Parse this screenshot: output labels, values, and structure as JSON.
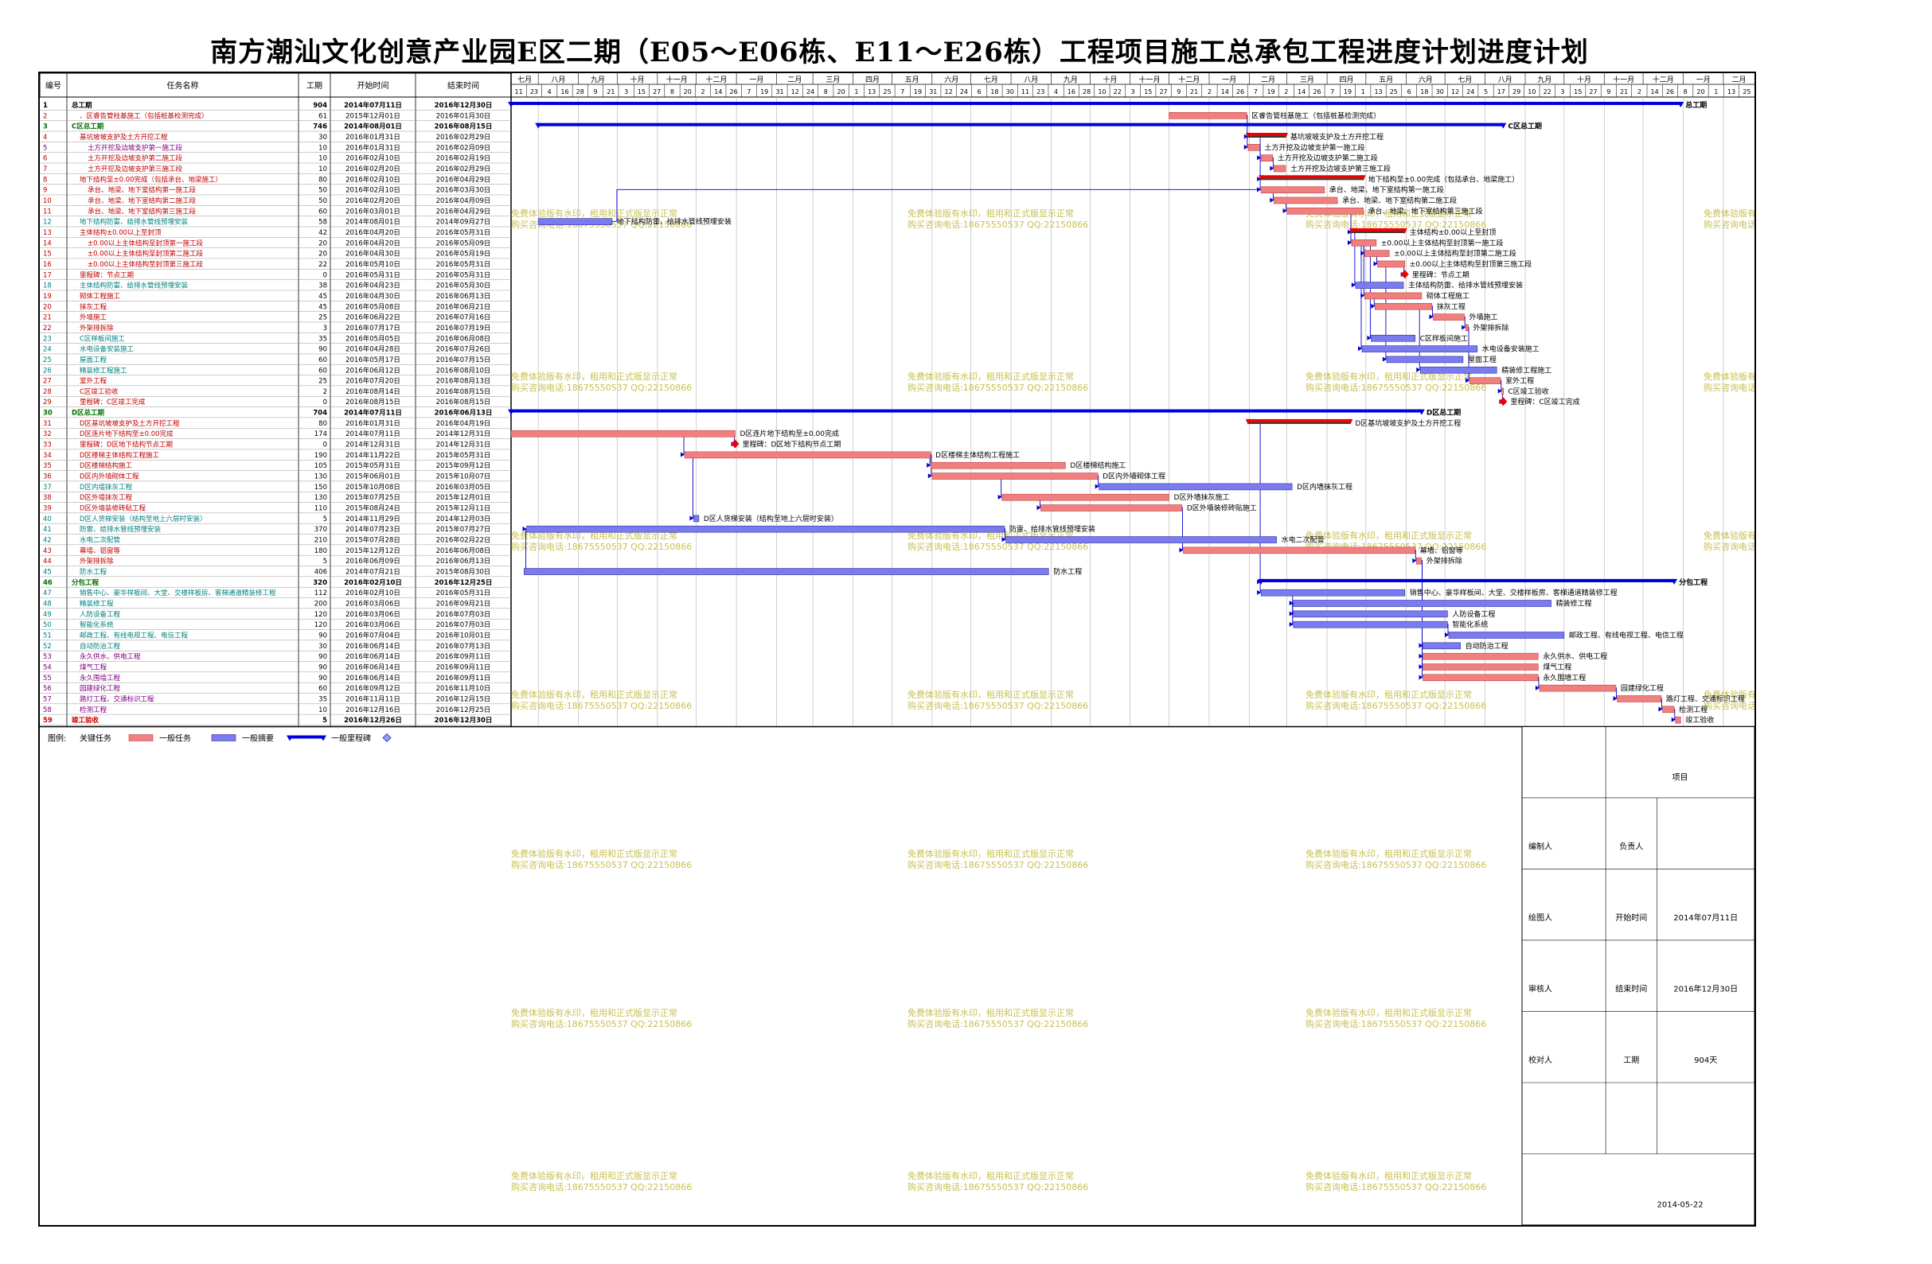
{
  "title": "南方潮汕文化创意产业园E区二期（E05～E06栋、E11～E26栋）工程项目施工总承包工程进度计划进度计划",
  "columns": {
    "id": "编号",
    "name": "任务名称",
    "duration": "工期",
    "start": "开始时间",
    "end": "结束时间"
  },
  "timeline": {
    "months": [
      "七月",
      "八月",
      "九月",
      "十月",
      "十一月",
      "十二月",
      "一月",
      "二月",
      "三月",
      "四月",
      "五月",
      "六月",
      "七月",
      "八月",
      "九月",
      "十月",
      "十一月",
      "十二月",
      "一月",
      "二月",
      "三月",
      "四月",
      "五月",
      "六月",
      "七月",
      "八月",
      "九月",
      "十月",
      "十一月",
      "十二月",
      "一月",
      "二月"
    ],
    "days": [
      "11",
      "23",
      "4",
      "16",
      "28",
      "9",
      "21",
      "3",
      "15",
      "27",
      "8",
      "20",
      "2",
      "14",
      "26",
      "7",
      "19",
      "31",
      "12",
      "24",
      "8",
      "20",
      "1",
      "13",
      "25",
      "7",
      "19",
      "31",
      "12",
      "24",
      "6",
      "18",
      "30",
      "11",
      "23",
      "4",
      "16",
      "28",
      "10",
      "22",
      "3",
      "15",
      "27",
      "9",
      "21",
      "2",
      "14",
      "26",
      "7",
      "19",
      "2",
      "14",
      "26",
      "7",
      "19",
      "1",
      "13",
      "25",
      "6",
      "18",
      "30",
      "12",
      "24",
      "5",
      "17",
      "29",
      "10",
      "22",
      "3",
      "15",
      "27",
      "9",
      "21",
      "2",
      "14",
      "26",
      "8",
      "20",
      "1",
      "13",
      "25"
    ]
  },
  "watermark": {
    "line1": "免费体验版有水印，租用和正式版显示正常",
    "line2": "购买咨询电话:18675550537 QQ:22150866"
  },
  "legend": {
    "label": "图例:",
    "critical": "关键任务",
    "normal": "一般任务",
    "summary": "一般摘要",
    "milestone": "一般里程碑"
  },
  "info_box": {
    "header": "项目",
    "rows": [
      {
        "label": "编制人",
        "key": "负责人",
        "value": ""
      },
      {
        "label": "绘图人",
        "key": "开始时间",
        "value": "2014年07月11日"
      },
      {
        "label": "审核人",
        "key": "结束时间",
        "value": "2016年12月30日"
      },
      {
        "label": "校对人",
        "key": "工期",
        "value": "904天"
      }
    ],
    "date": "2014-05-22"
  },
  "colors": {
    "critical": "#f08080",
    "normal": "#7b7bf0",
    "summary": "#0000dd",
    "milestone": "#ee0000",
    "link": "#0000cc",
    "watermark": "#c8c050"
  },
  "chart_data": {
    "type": "gantt",
    "x_range": [
      "2014-07-11",
      "2017-02-25"
    ],
    "tasks": [
      {
        "id": "1",
        "name": "总工期",
        "duration": "904",
        "start": "2014年07月11日",
        "end": "2016年12月30日",
        "s": "2014-07-11",
        "e": "2016-12-30",
        "kind": "summary",
        "level": 0,
        "label": "总工期"
      },
      {
        "id": "2",
        "name": "、区睿告管柱基施工（包括桩基检测完成）",
        "duration": "61",
        "start": "2015年12月01日",
        "end": "2016年01月30日",
        "s": "2015-12-01",
        "e": "2016-01-30",
        "kind": "critical",
        "level": 1,
        "label": "区睿告管柱基施工（包括桩基检测完成）"
      },
      {
        "id": "3",
        "name": "C区总工期",
        "duration": "746",
        "start": "2014年08月01日",
        "end": "2016年08月15日",
        "s": "2014-08-01",
        "e": "2016-08-15",
        "kind": "summary",
        "level": 0,
        "label": "C区总工期"
      },
      {
        "id": "4",
        "name": "基坑坡坡支护及土方开挖工程",
        "duration": "30",
        "start": "2016年01月31日",
        "end": "2016年02月29日",
        "s": "2016-01-31",
        "e": "2016-02-29",
        "kind": "csum",
        "level": 1,
        "label": "基坑坡坡支护及土方开挖工程"
      },
      {
        "id": "5",
        "name": "土方开挖及边坡支护第一施工段",
        "duration": "10",
        "start": "2016年01月31日",
        "end": "2016年02月09日",
        "s": "2016-01-31",
        "e": "2016-02-09",
        "kind": "critical",
        "level": 2,
        "label": "土方开挖及边坡支护第一施工段"
      },
      {
        "id": "6",
        "name": "土方开挖及边坡支护第二施工段",
        "duration": "10",
        "start": "2016年02月10日",
        "end": "2016年02月19日",
        "s": "2016-02-10",
        "e": "2016-02-19",
        "kind": "critical",
        "level": 2,
        "label": "土方开挖及边坡支护第二施工段"
      },
      {
        "id": "7",
        "name": "土方开挖及边坡支护第三施工段",
        "duration": "10",
        "start": "2016年02月20日",
        "end": "2016年02月29日",
        "s": "2016-02-20",
        "e": "2016-02-29",
        "kind": "critical",
        "level": 2,
        "label": "土方开挖及边坡支护第三施工段"
      },
      {
        "id": "8",
        "name": "地下结构至±0.00完成（包括承台、地梁施工）",
        "duration": "80",
        "start": "2016年02月10日",
        "end": "2016年04月29日",
        "s": "2016-02-10",
        "e": "2016-04-29",
        "kind": "csum",
        "level": 1,
        "label": "地下结构至±0.00完成（包括承台、地梁施工）"
      },
      {
        "id": "9",
        "name": "承台、地梁、地下室结构第一施工段",
        "duration": "50",
        "start": "2016年02月10日",
        "end": "2016年03月30日",
        "s": "2016-02-10",
        "e": "2016-03-30",
        "kind": "critical",
        "level": 2,
        "label": "承台、地梁、地下室结构第一施工段"
      },
      {
        "id": "10",
        "name": "承台、地梁、地下室结构第二施工段",
        "duration": "50",
        "start": "2016年02月20日",
        "end": "2016年04月09日",
        "s": "2016-02-20",
        "e": "2016-04-09",
        "kind": "critical",
        "level": 2,
        "label": "承台、地梁、地下室结构第二施工段"
      },
      {
        "id": "11",
        "name": "承台、地梁、地下室结构第三施工段",
        "duration": "60",
        "start": "2016年03月01日",
        "end": "2016年04月29日",
        "s": "2016-03-01",
        "e": "2016-04-29",
        "kind": "critical",
        "level": 2,
        "label": "承台、地梁、地下室结构第三施工段"
      },
      {
        "id": "12",
        "name": "地下结构防雷、给排水管线预埋安装",
        "duration": "58",
        "start": "2014年08月01日",
        "end": "2014年09月27日",
        "s": "2014-08-01",
        "e": "2014-09-27",
        "kind": "normal",
        "level": 1,
        "label": "地下结构防雷、给排水管线预埋安装"
      },
      {
        "id": "13",
        "name": "主体结构±0.00以上至封顶",
        "duration": "42",
        "start": "2016年04月20日",
        "end": "2016年05月31日",
        "s": "2016-04-20",
        "e": "2016-05-31",
        "kind": "csum",
        "level": 1,
        "label": "主体结构±0.00以上至封顶"
      },
      {
        "id": "14",
        "name": "±0.00以上主体结构至封顶第一施工段",
        "duration": "20",
        "start": "2016年04月20日",
        "end": "2016年05月09日",
        "s": "2016-04-20",
        "e": "2016-05-09",
        "kind": "critical",
        "level": 2,
        "label": "±0.00以上主体结构至封顶第一施工段"
      },
      {
        "id": "15",
        "name": "±0.00以上主体结构至封顶第二施工段",
        "duration": "20",
        "start": "2016年04月30日",
        "end": "2016年05月19日",
        "s": "2016-04-30",
        "e": "2016-05-19",
        "kind": "critical",
        "level": 2,
        "label": "±0.00以上主体结构至封顶第二施工段"
      },
      {
        "id": "16",
        "name": "±0.00以上主体结构至封顶第三施工段",
        "duration": "22",
        "start": "2016年05月10日",
        "end": "2016年05月31日",
        "s": "2016-05-10",
        "e": "2016-05-31",
        "kind": "critical",
        "level": 2,
        "label": "±0.00以上主体结构至封顶第三施工段"
      },
      {
        "id": "17",
        "name": "里程碑：节点工期",
        "duration": "0",
        "start": "2016年05月31日",
        "end": "2016年05月31日",
        "s": "2016-05-31",
        "e": "2016-05-31",
        "kind": "milestone",
        "level": 1,
        "label": "里程碑：节点工期"
      },
      {
        "id": "18",
        "name": "主体结构防雷、给排水管线预埋安装",
        "duration": "38",
        "start": "2016年04月23日",
        "end": "2016年05月30日",
        "s": "2016-04-23",
        "e": "2016-05-30",
        "kind": "normal",
        "level": 1,
        "label": "主体结构防雷、给排水管线预埋安装"
      },
      {
        "id": "19",
        "name": "砌体工程施工",
        "duration": "45",
        "start": "2016年04月30日",
        "end": "2016年06月13日",
        "s": "2016-04-30",
        "e": "2016-06-13",
        "kind": "critical",
        "level": 1,
        "label": "砌体工程施工"
      },
      {
        "id": "20",
        "name": "抹灰工程",
        "duration": "45",
        "start": "2016年05月08日",
        "end": "2016年06月21日",
        "s": "2016-05-08",
        "e": "2016-06-21",
        "kind": "critical",
        "level": 1,
        "label": "抹灰工程"
      },
      {
        "id": "21",
        "name": "外墙施工",
        "duration": "25",
        "start": "2016年06月22日",
        "end": "2016年07月16日",
        "s": "2016-06-22",
        "e": "2016-07-16",
        "kind": "critical",
        "level": 1,
        "label": "外墙施工"
      },
      {
        "id": "22",
        "name": "外架排拆除",
        "duration": "3",
        "start": "2016年07月17日",
        "end": "2016年07月19日",
        "s": "2016-07-17",
        "e": "2016-07-19",
        "kind": "critical",
        "level": 1,
        "label": "外架排拆除"
      },
      {
        "id": "23",
        "name": "C区样板间施工",
        "duration": "35",
        "start": "2016年05月05日",
        "end": "2016年06月08日",
        "s": "2016-05-05",
        "e": "2016-06-08",
        "kind": "normal",
        "level": 1,
        "label": "C区样板间施工"
      },
      {
        "id": "24",
        "name": "水电设备安装施工",
        "duration": "90",
        "start": "2016年04月28日",
        "end": "2016年07月26日",
        "s": "2016-04-28",
        "e": "2016-07-26",
        "kind": "normal",
        "level": 1,
        "label": "水电设备安装施工"
      },
      {
        "id": "25",
        "name": "屋面工程",
        "duration": "60",
        "start": "2016年05月17日",
        "end": "2016年07月15日",
        "s": "2016-05-17",
        "e": "2016-07-15",
        "kind": "normal",
        "level": 1,
        "label": "屋面工程"
      },
      {
        "id": "26",
        "name": "精装修工程施工",
        "duration": "60",
        "start": "2016年06月12日",
        "end": "2016年08月10日",
        "s": "2016-06-12",
        "e": "2016-08-10",
        "kind": "normal",
        "level": 1,
        "label": "精装修工程施工"
      },
      {
        "id": "27",
        "name": "室外工程",
        "duration": "25",
        "start": "2016年07月20日",
        "end": "2016年08月13日",
        "s": "2016-07-20",
        "e": "2016-08-13",
        "kind": "critical",
        "level": 1,
        "label": "室外工程"
      },
      {
        "id": "28",
        "name": "C区竣工验收",
        "duration": "2",
        "start": "2016年08月14日",
        "end": "2016年08月15日",
        "s": "2016-08-14",
        "e": "2016-08-15",
        "kind": "critical",
        "level": 1,
        "label": "C区竣工验收"
      },
      {
        "id": "29",
        "name": "里程碑：C区竣工完成",
        "duration": "0",
        "start": "2016年08月15日",
        "end": "2016年08月15日",
        "s": "2016-08-15",
        "e": "2016-08-15",
        "kind": "milestone",
        "level": 1,
        "label": "里程碑：C区竣工完成"
      },
      {
        "id": "30",
        "name": "D区总工期",
        "duration": "704",
        "start": "2014年07月11日",
        "end": "2016年06月13日",
        "s": "2014-07-11",
        "e": "2016-06-13",
        "kind": "summary",
        "level": 0,
        "label": "D区总工期"
      },
      {
        "id": "31",
        "name": "D区基坑坡坡支护及土方开挖工程",
        "duration": "80",
        "start": "2016年01月31日",
        "end": "2016年04月19日",
        "s": "2016-01-31",
        "e": "2016-04-19",
        "kind": "csum",
        "level": 1,
        "label": "D区基坑坡坡支护及土方开挖工程"
      },
      {
        "id": "32",
        "name": "D区连片地下结构至±0.00完成",
        "duration": "174",
        "start": "2014年07月11日",
        "end": "2014年12月31日",
        "s": "2014-07-11",
        "e": "2014-12-31",
        "kind": "critical",
        "level": 1,
        "label": "D区连片地下结构至±0.00完成"
      },
      {
        "id": "33",
        "name": "里程碑：D区地下结构节点工期",
        "duration": "0",
        "start": "2014年12月31日",
        "end": "2014年12月31日",
        "s": "2014-12-31",
        "e": "2014-12-31",
        "kind": "milestone",
        "level": 1,
        "label": "里程碑：D区地下结构节点工期"
      },
      {
        "id": "34",
        "name": "D区楼梯主体结构工程施工",
        "duration": "190",
        "start": "2014年11月22日",
        "end": "2015年05月31日",
        "s": "2014-11-22",
        "e": "2015-05-31",
        "kind": "critical",
        "level": 1,
        "label": "D区楼梯主体结构工程施工"
      },
      {
        "id": "35",
        "name": "D区楼梯结构施工",
        "duration": "105",
        "start": "2015年05月31日",
        "end": "2015年09月12日",
        "s": "2015-05-31",
        "e": "2015-09-12",
        "kind": "critical",
        "level": 1,
        "label": "D区楼梯结构施工"
      },
      {
        "id": "36",
        "name": "D区内外墙砌体工程",
        "duration": "130",
        "start": "2015年06月01日",
        "end": "2015年10月07日",
        "s": "2015-06-01",
        "e": "2015-10-07",
        "kind": "critical",
        "level": 1,
        "label": "D区内外墙砌体工程"
      },
      {
        "id": "37",
        "name": "D区内墙抹灰工程",
        "duration": "150",
        "start": "2015年10月08日",
        "end": "2016年03月05日",
        "s": "2015-10-08",
        "e": "2016-03-05",
        "kind": "normal",
        "level": 1,
        "label": "D区内墙抹灰工程"
      },
      {
        "id": "38",
        "name": "D区外墙抹灰工程",
        "duration": "130",
        "start": "2015年07月25日",
        "end": "2015年12月01日",
        "s": "2015-07-25",
        "e": "2015-12-01",
        "kind": "critical",
        "level": 1,
        "label": "D区外墙抹灰施工"
      },
      {
        "id": "39",
        "name": "D区外墙装修砖贴工程",
        "duration": "110",
        "start": "2015年08月24日",
        "end": "2015年12月11日",
        "s": "2015-08-24",
        "e": "2015-12-11",
        "kind": "critical",
        "level": 1,
        "label": "D区外墙装修砖贴施工"
      },
      {
        "id": "40",
        "name": "D区人货梯安装（结构至地上六层时安装）",
        "duration": "5",
        "start": "2014年11月29日",
        "end": "2014年12月03日",
        "s": "2014-11-29",
        "e": "2014-12-03",
        "kind": "normal",
        "level": 1,
        "label": "D区人货梯安装（结构至地上六层时安装）"
      },
      {
        "id": "41",
        "name": "防雷、给排水管线预埋安装",
        "duration": "370",
        "start": "2014年07月23日",
        "end": "2015年07月27日",
        "s": "2014-07-23",
        "e": "2015-07-27",
        "kind": "normal",
        "level": 1,
        "label": "防雷、给排水管线预埋安装"
      },
      {
        "id": "42",
        "name": "水电二次配管",
        "duration": "210",
        "start": "2015年07月28日",
        "end": "2016年02月22日",
        "s": "2015-07-28",
        "e": "2016-02-22",
        "kind": "normal",
        "level": 1,
        "label": "水电二次配管"
      },
      {
        "id": "43",
        "name": "幕墙、铝窗等",
        "duration": "180",
        "start": "2015年12月12日",
        "end": "2016年06月08日",
        "s": "2015-12-12",
        "e": "2016-06-08",
        "kind": "critical",
        "level": 1,
        "label": "幕墙、铝窗等"
      },
      {
        "id": "44",
        "name": "外架排拆除",
        "duration": "5",
        "start": "2016年06月09日",
        "end": "2016年06月13日",
        "s": "2016-06-09",
        "e": "2016-06-13",
        "kind": "critical",
        "level": 1,
        "label": "外架排拆除"
      },
      {
        "id": "45",
        "name": "防水工程",
        "duration": "406",
        "start": "2014年07月21日",
        "end": "2015年08月30日",
        "s": "2014-07-21",
        "e": "2015-08-30",
        "kind": "normal",
        "level": 1,
        "label": "防水工程"
      },
      {
        "id": "46",
        "name": "分包工程",
        "duration": "320",
        "start": "2016年02月10日",
        "end": "2016年12月25日",
        "s": "2016-02-10",
        "e": "2016-12-25",
        "kind": "summary",
        "level": 0,
        "label": "分包工程"
      },
      {
        "id": "47",
        "name": "销售中心、豪华样板间、大堂、交楼样板房、客梯通道精装修工程",
        "duration": "112",
        "start": "2016年02月10日",
        "end": "2016年05月31日",
        "s": "2016-02-10",
        "e": "2016-05-31",
        "kind": "normal",
        "level": 1,
        "label": "销售中心、豪华样板间、大堂、交楼样板房、客梯通道精装修工程"
      },
      {
        "id": "48",
        "name": "精装修工程",
        "duration": "200",
        "start": "2016年03月06日",
        "end": "2016年09月21日",
        "s": "2016-03-06",
        "e": "2016-09-21",
        "kind": "normal",
        "level": 1,
        "label": "精装修工程"
      },
      {
        "id": "49",
        "name": "人防设备工程",
        "duration": "120",
        "start": "2016年03月06日",
        "end": "2016年07月03日",
        "s": "2016-03-06",
        "e": "2016-07-03",
        "kind": "normal",
        "level": 1,
        "label": "人防设备工程"
      },
      {
        "id": "50",
        "name": "智能化系统",
        "duration": "120",
        "start": "2016年03月06日",
        "end": "2016年07月03日",
        "s": "2016-03-06",
        "e": "2016-07-03",
        "kind": "normal",
        "level": 1,
        "label": "智能化系统"
      },
      {
        "id": "51",
        "name": "邮政工程、有线电视工程、电信工程",
        "duration": "90",
        "start": "2016年07月04日",
        "end": "2016年10月01日",
        "s": "2016-07-04",
        "e": "2016-10-01",
        "kind": "normal",
        "level": 1,
        "label": "邮政工程、有线电视工程、电信工程"
      },
      {
        "id": "52",
        "name": "自动防治工程",
        "duration": "30",
        "start": "2016年06月14日",
        "end": "2016年07月13日",
        "s": "2016-06-14",
        "e": "2016-07-13",
        "kind": "normal",
        "level": 1,
        "label": "自动防治工程"
      },
      {
        "id": "53",
        "name": "永久供水、供电工程",
        "duration": "90",
        "start": "2016年06月14日",
        "end": "2016年09月11日",
        "s": "2016-06-14",
        "e": "2016-09-11",
        "kind": "critical",
        "level": 1,
        "label": "永久供水、供电工程"
      },
      {
        "id": "54",
        "name": "煤气工程",
        "duration": "90",
        "start": "2016年06月14日",
        "end": "2016年09月11日",
        "s": "2016-06-14",
        "e": "2016-09-11",
        "kind": "critical",
        "level": 1,
        "label": "煤气工程"
      },
      {
        "id": "55",
        "name": "永久围墙工程",
        "duration": "90",
        "start": "2016年06月14日",
        "end": "2016年09月11日",
        "s": "2016-06-14",
        "e": "2016-09-11",
        "kind": "critical",
        "level": 1,
        "label": "永久围墙工程"
      },
      {
        "id": "56",
        "name": "园建绿化工程",
        "duration": "60",
        "start": "2016年09月12日",
        "end": "2016年11月10日",
        "s": "2016-09-12",
        "e": "2016-11-10",
        "kind": "critical",
        "level": 1,
        "label": "园建绿化工程"
      },
      {
        "id": "57",
        "name": "路灯工程、交通标识工程",
        "duration": "35",
        "start": "2016年11月11日",
        "end": "2016年12月15日",
        "s": "2016-11-11",
        "e": "2016-12-15",
        "kind": "critical",
        "level": 1,
        "label": "路灯工程、交通标识工程"
      },
      {
        "id": "58",
        "name": "检测工程",
        "duration": "10",
        "start": "2016年12月16日",
        "end": "2016年12月25日",
        "s": "2016-12-16",
        "e": "2016-12-25",
        "kind": "critical",
        "level": 1,
        "label": "检测工程"
      },
      {
        "id": "59",
        "name": "竣工验收",
        "duration": "5",
        "start": "2016年12月26日",
        "end": "2016年12月30日",
        "s": "2016-12-26",
        "e": "2016-12-30",
        "kind": "critical",
        "level": 0,
        "label": "竣工验收"
      }
    ]
  }
}
